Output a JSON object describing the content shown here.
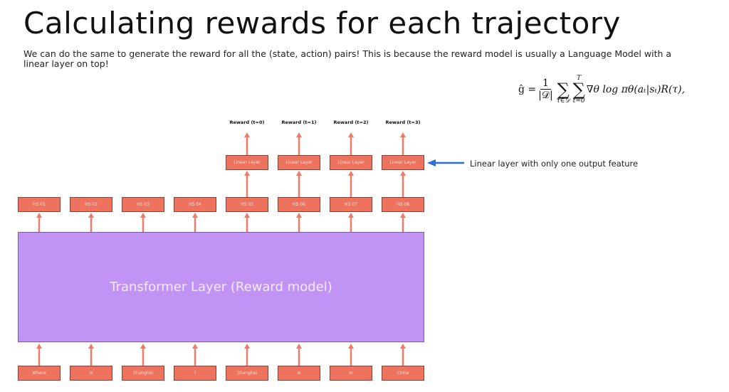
{
  "title": "Calculating rewards for each trajectory",
  "subtitle": "We can do the same to generate the reward for all the (state, action) pairs! This is because the reward model is usually a Language Model with a linear layer on top!",
  "formula": {
    "lhs": "ĝ =",
    "frac_num": "1",
    "frac_den": "|𝒟|",
    "sum1_lower": "τ∈𝒟",
    "sum2_upper": "T",
    "sum2_lower": "t=0",
    "body": "∇θ log πθ(aₜ|sₜ)R(τ),"
  },
  "diagram": {
    "transformer_label": "Transformer Layer (Reward model)",
    "tokens": [
      "Where",
      "is",
      "Shanghai",
      "?",
      "Shanghai",
      "is",
      "in",
      "China"
    ],
    "hidden_states": [
      "HS 01",
      "HS 02",
      "HS 03",
      "HS 04",
      "HS 05",
      "HS 06",
      "HS 07",
      "HS 08"
    ],
    "linear_layers": [
      "Linear Layer",
      "Linear Layer",
      "Linear Layer",
      "Linear Layer"
    ],
    "rewards": [
      "Reward (t=0)",
      "Reward (t=1)",
      "Reward (t=2)",
      "Reward (t=3)"
    ],
    "annotation": "Linear layer with only one output feature",
    "colors": {
      "box_fill": "#ee735f",
      "box_border": "#8a4236",
      "arrow": "#f07a68",
      "transformer_fill": "#c193f5",
      "annotation_arrow": "#2a6fd6"
    }
  }
}
